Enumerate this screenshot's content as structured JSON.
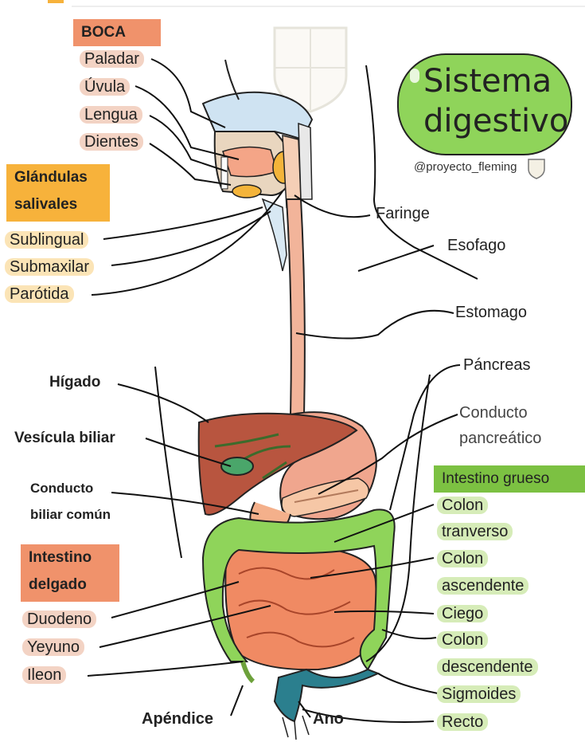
{
  "title": {
    "line1": "Sistema",
    "line2": "digestivo"
  },
  "credit": "@proyecto_fleming",
  "sections": {
    "boca": "BOCA",
    "glandulas_1": "Glándulas",
    "glandulas_2": "salivales",
    "intestino_delgado_1": "Intestino",
    "intestino_delgado_2": "delgado",
    "intestino_grueso": "Intestino grueso"
  },
  "boca_items": [
    "Paladar",
    "Úvula",
    "Lengua",
    "Dientes"
  ],
  "glandulas_items": [
    "Sublingual",
    "Submaxilar",
    "Parótida"
  ],
  "organs_right": {
    "faringe": "Faringe",
    "esofago": "Esofago",
    "estomago": "Estomago",
    "pancreas": "Páncreas",
    "conducto_pancreatico_1": "Conducto",
    "conducto_pancreatico_2": "pancreático"
  },
  "organs_left": {
    "higado": "Hígado",
    "vesicula": "Vesícula biliar",
    "conducto_biliar_1": "Conducto",
    "conducto_biliar_2": "biliar común"
  },
  "intestino_delgado_items": [
    "Duodeno",
    "Yeyuno",
    "Ileon"
  ],
  "intestino_grueso_items": [
    "Colon",
    "tranverso",
    "Colon",
    "ascendente",
    "Ciego",
    "Colon",
    "descendente",
    "Sigmoides",
    "Recto"
  ],
  "bottom": {
    "apendice": "Apéndice",
    "ano": "Ano"
  },
  "colors": {
    "salmon_header": "#f0926b",
    "yellow_header": "#f7b23b",
    "green_header": "#7cc142",
    "title_bubble": "#8fd45a",
    "esophagus": "#f2b49a",
    "liver": "#b8553f",
    "stomach": "#f0a68e",
    "small_intestine": "#f08a63",
    "large_intestine": "#8fd45a",
    "rectum": "#2b7f8e"
  }
}
